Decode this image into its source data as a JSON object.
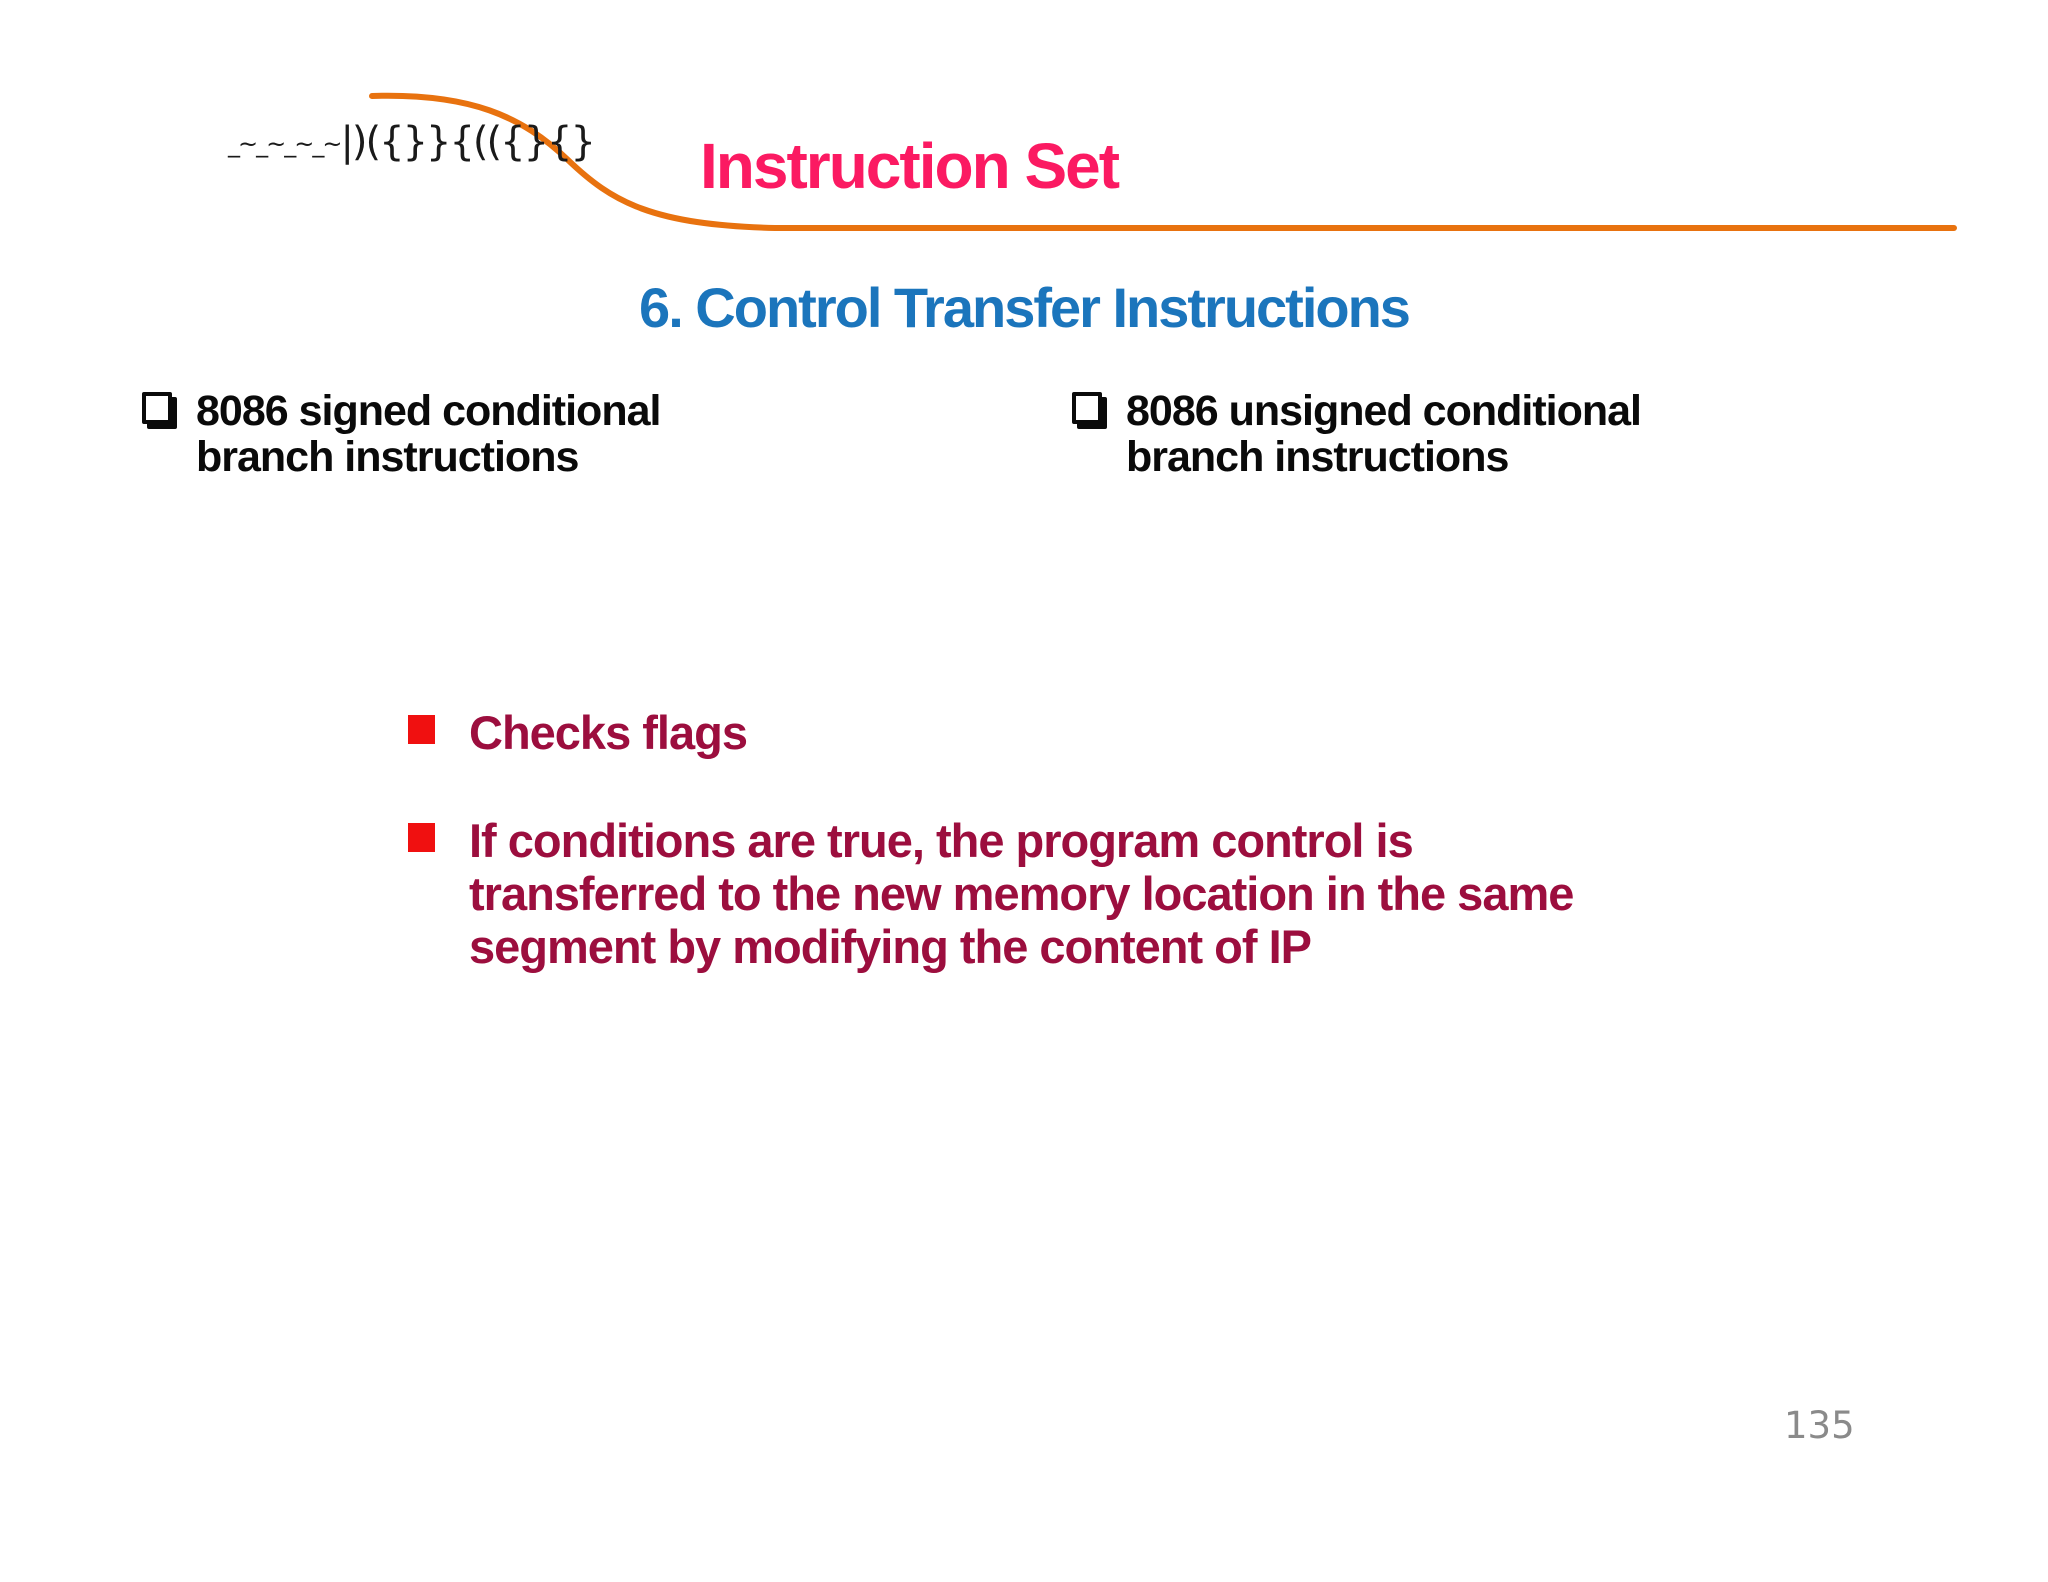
{
  "theme": {
    "title-pink": "#FB1A62",
    "heading-blue": "#1B75BC",
    "body-black": "#0A0A0A",
    "maroon": "#9C0E3E",
    "bullet-red": "#F01010",
    "curve-orange": "#E8720F",
    "page-gray": "#8A8A8A",
    "background": "#FFFFFF"
  },
  "slide": {
    "logo": {
      "squiggle": "_~_~_~_~",
      "brackets": "|)({}}{(({}{}"
    },
    "title": "Instruction Set",
    "heading": "6. Control Transfer Instructions",
    "checkbox_items": [
      {
        "lines": [
          "8086 signed conditional",
          "branch instructions"
        ]
      },
      {
        "lines": [
          "8086 unsigned conditional",
          "branch instructions"
        ]
      }
    ],
    "bullets": [
      {
        "lines": [
          "Checks flags"
        ]
      },
      {
        "lines": [
          "If conditions are true, the program control is",
          "transferred to the new memory location in the same",
          "segment by modifying the content of IP"
        ]
      }
    ],
    "page_number": "135"
  }
}
